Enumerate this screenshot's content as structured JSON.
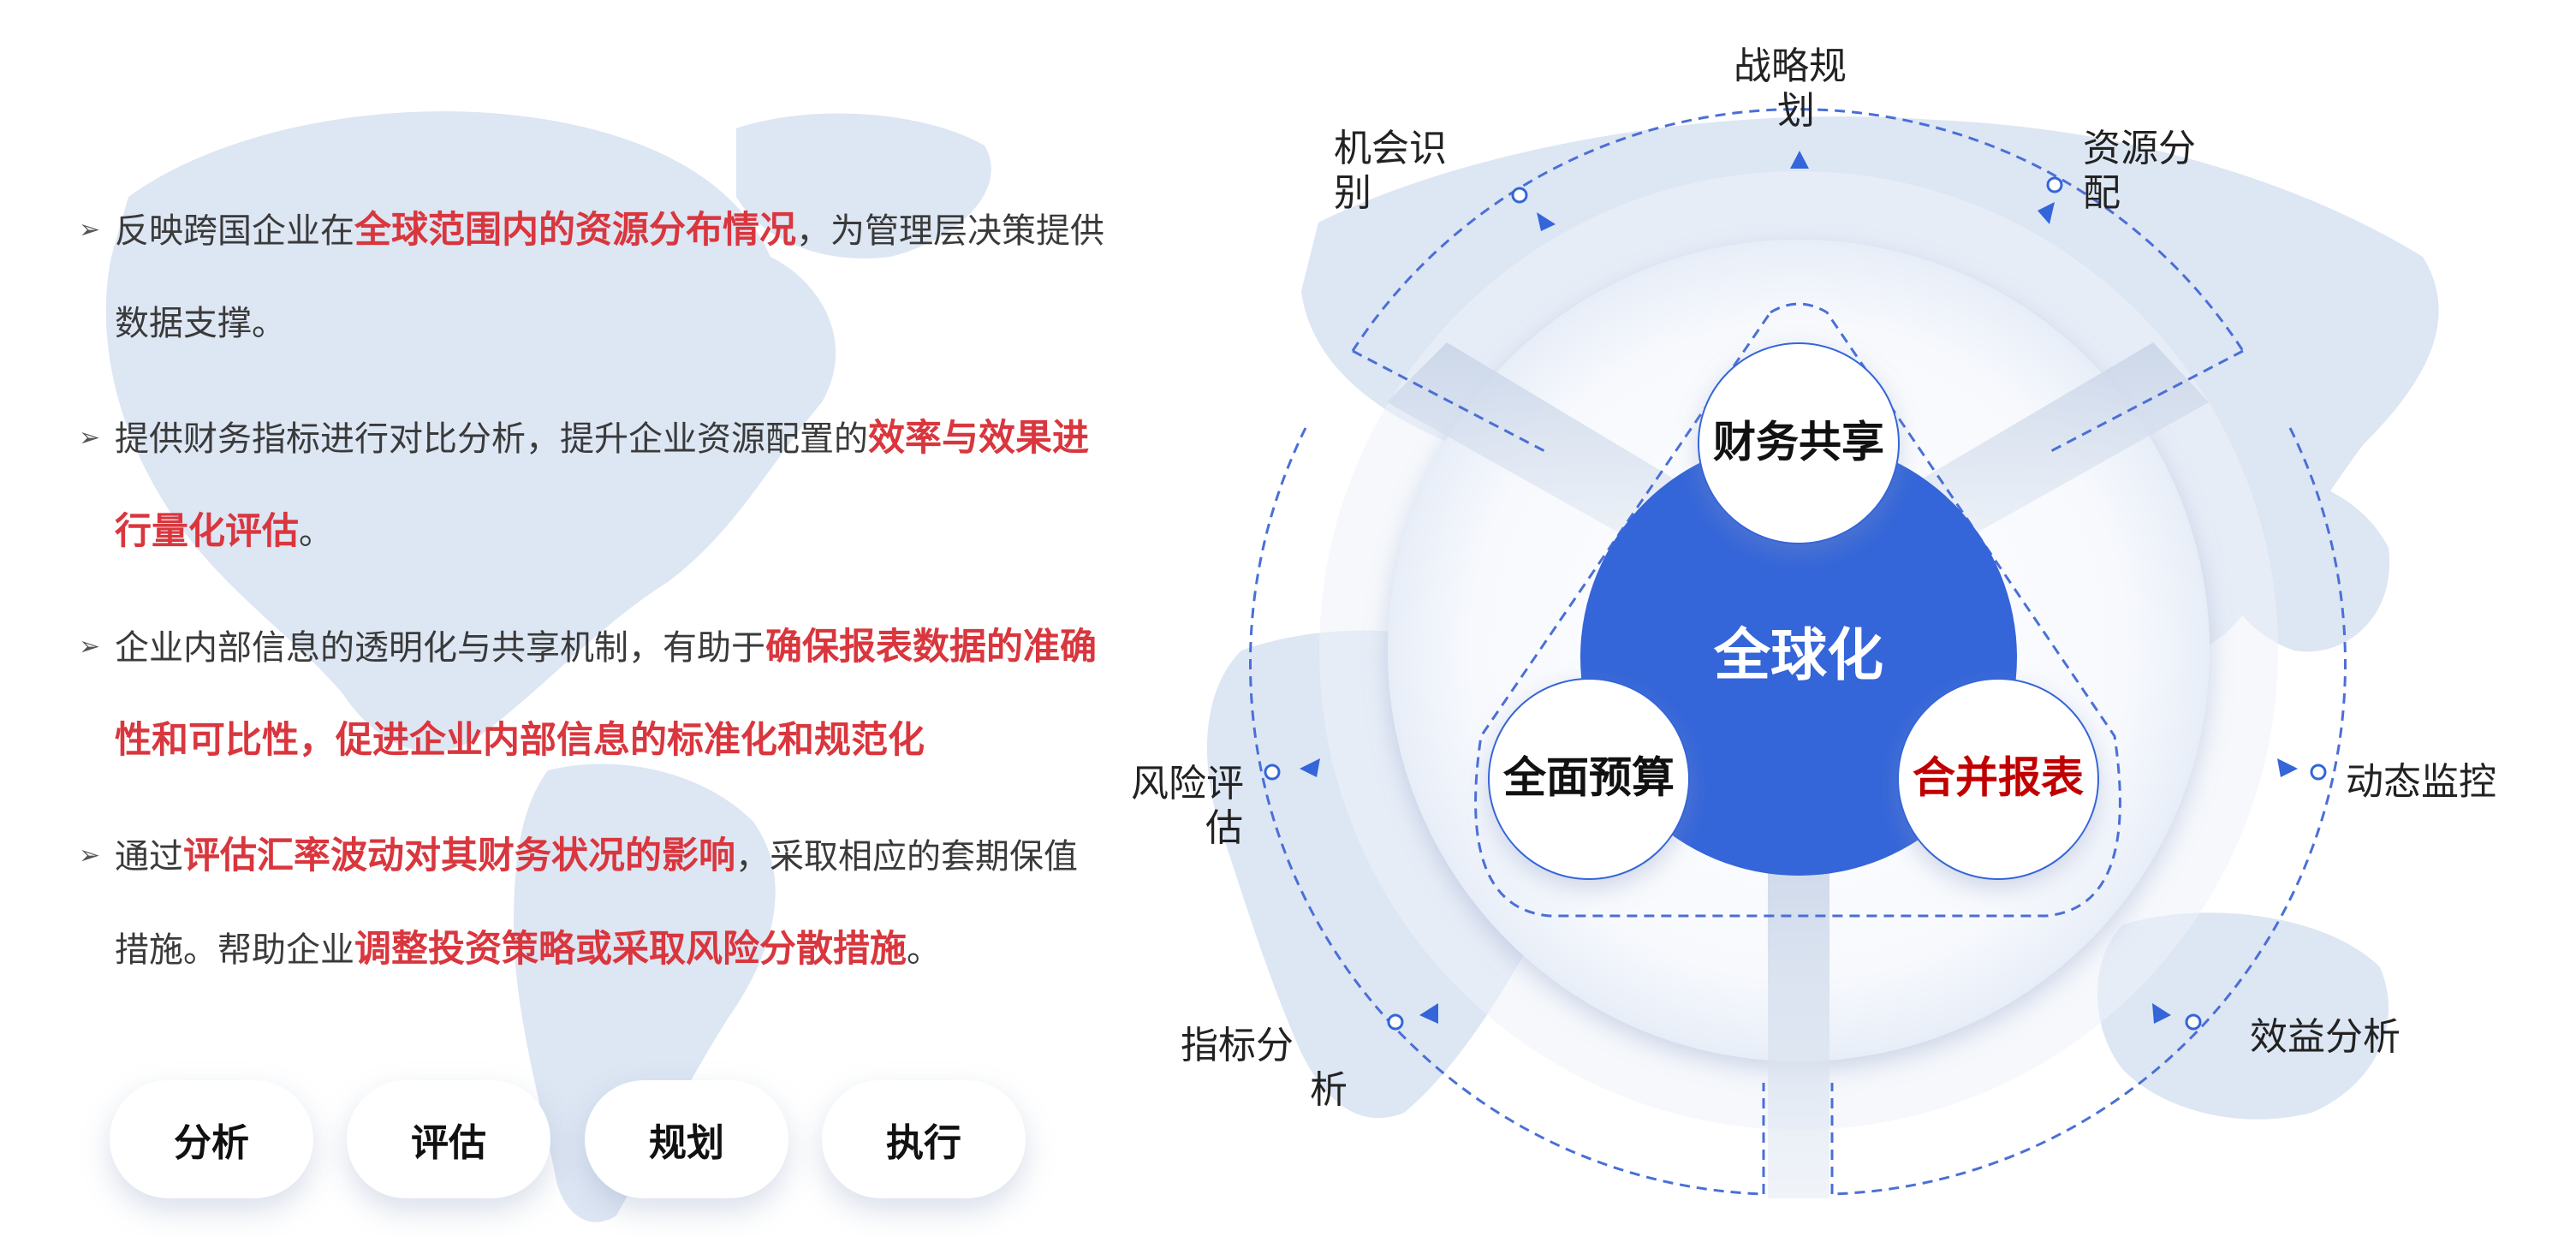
{
  "colors": {
    "accent_blue": "#3366dd",
    "highlight_red": "#d9363e",
    "dark_red": "#c00000",
    "map": "#dde6f3"
  },
  "bullets": [
    {
      "segments": [
        {
          "text": "反映跨国企业在",
          "hl": false
        },
        {
          "text": "全球范围内的资源分布情况",
          "hl": true
        },
        {
          "text": "，为管理层决策提供数据支撑。",
          "hl": false
        }
      ]
    },
    {
      "segments": [
        {
          "text": "提供财务指标进行对比分析，提升企业资源配置的",
          "hl": false
        },
        {
          "text": "效率与效果进行量化评估",
          "hl": true
        },
        {
          "text": "。",
          "hl": false
        }
      ]
    },
    {
      "segments": [
        {
          "text": "企业内部信息的透明化与共享机制，有助于",
          "hl": false
        },
        {
          "text": "确保报表数据的准确性和可比性，促进企业内部信息的标准化和规范化",
          "hl": true
        }
      ]
    },
    {
      "segments": [
        {
          "text": "通过",
          "hl": false
        },
        {
          "text": "评估汇率波动对其财务状况的影响",
          "hl": true
        },
        {
          "text": "，采取相应的套期保值措施。帮助企业",
          "hl": false
        },
        {
          "text": "调整投资策略或采取风险分散措施",
          "hl": true
        },
        {
          "text": "。",
          "hl": false
        }
      ]
    }
  ],
  "pills": [
    "分析",
    "评估",
    "规划",
    "执行"
  ],
  "diagram": {
    "center": "全球化",
    "top_circle": "财务共享",
    "left_circle": "全面预算",
    "right_circle": "合并报表",
    "outer_labels": {
      "strategy": [
        "战略规",
        "划"
      ],
      "opportunity": [
        "机会识",
        "别"
      ],
      "resource": [
        "资源分",
        "配"
      ],
      "risk": [
        "风险评",
        "估"
      ],
      "monitor": [
        "动态监控"
      ],
      "indicator": [
        "指标分",
        "析"
      ],
      "benefit": [
        "效益分析"
      ]
    }
  }
}
